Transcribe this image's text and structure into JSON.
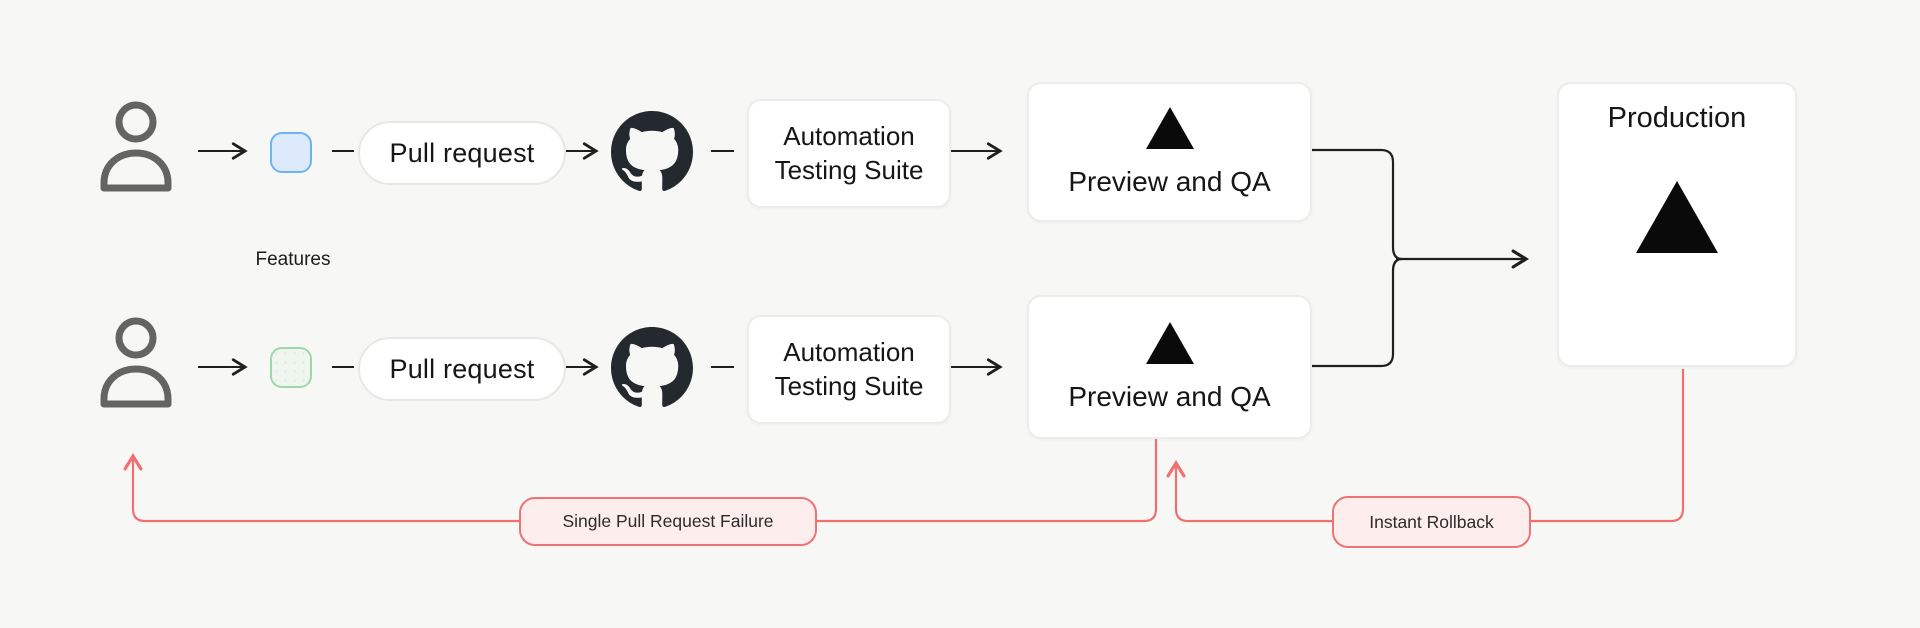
{
  "canvas": {
    "background": "#f7f7f5",
    "accent_red": "#f07070",
    "accent_blue": "#6fb1f5",
    "accent_green": "#9ed8a8",
    "node_text_color": "#161616"
  },
  "features_label": "Features",
  "rows": [
    {
      "actor": "developer-1",
      "branch_chip": "blue-feature-branch",
      "pull_request_label": "Pull request",
      "automation_line1": "Automation",
      "automation_line2": "Testing Suite",
      "preview_label": "Preview and QA"
    },
    {
      "actor": "developer-2",
      "branch_chip": "green-feature-branch",
      "pull_request_label": "Pull request",
      "automation_line1": "Automation",
      "automation_line2": "Testing Suite",
      "preview_label": "Preview and QA"
    }
  ],
  "production": {
    "title": "Production"
  },
  "annotations": {
    "failure_label": "Single Pull Request Failure",
    "rollback_label": "Instant Rollback"
  },
  "icons": {
    "person": "person-icon",
    "github": "github-logo-icon",
    "deployment_triangle": "vercel-triangle-icon"
  }
}
